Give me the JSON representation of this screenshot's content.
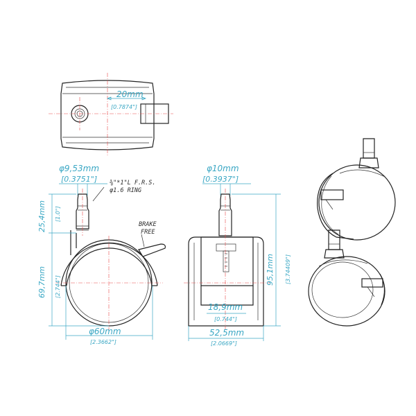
{
  "top_view": {
    "width_dim": "20mm",
    "width_in": "[0.7874\"]"
  },
  "front_view": {
    "stem_dia": "φ9,53mm",
    "stem_dia_in": "[0.3751\"]",
    "stem_note_1": "⅜\"*1\"L  F.R.S.",
    "stem_note_2": "φ1.6  RING",
    "stem_len": "25,4mm",
    "stem_len_in": "[1.0\"]",
    "body_h": "69,7mm",
    "body_h_in": "[2.744\"]",
    "brake_1": "BRAKE",
    "brake_2": "FREE",
    "wheel_dia": "φ60mm",
    "wheel_dia_in": "[2.3662\"]"
  },
  "side_view": {
    "stem_dia": "φ10mm",
    "stem_dia_in": "[0.3937\"]",
    "total_h": "95,1mm",
    "total_h_in": "[3.74409\"]",
    "wheel_w": "18,9mm",
    "wheel_w_in": "[0.744\"]",
    "body_w": "52,5mm",
    "body_w_in": "[2.0669\"]"
  },
  "colors": {
    "dimension": "#3aa7c4",
    "centerline": "#e84a4a",
    "outline": "#222222"
  }
}
